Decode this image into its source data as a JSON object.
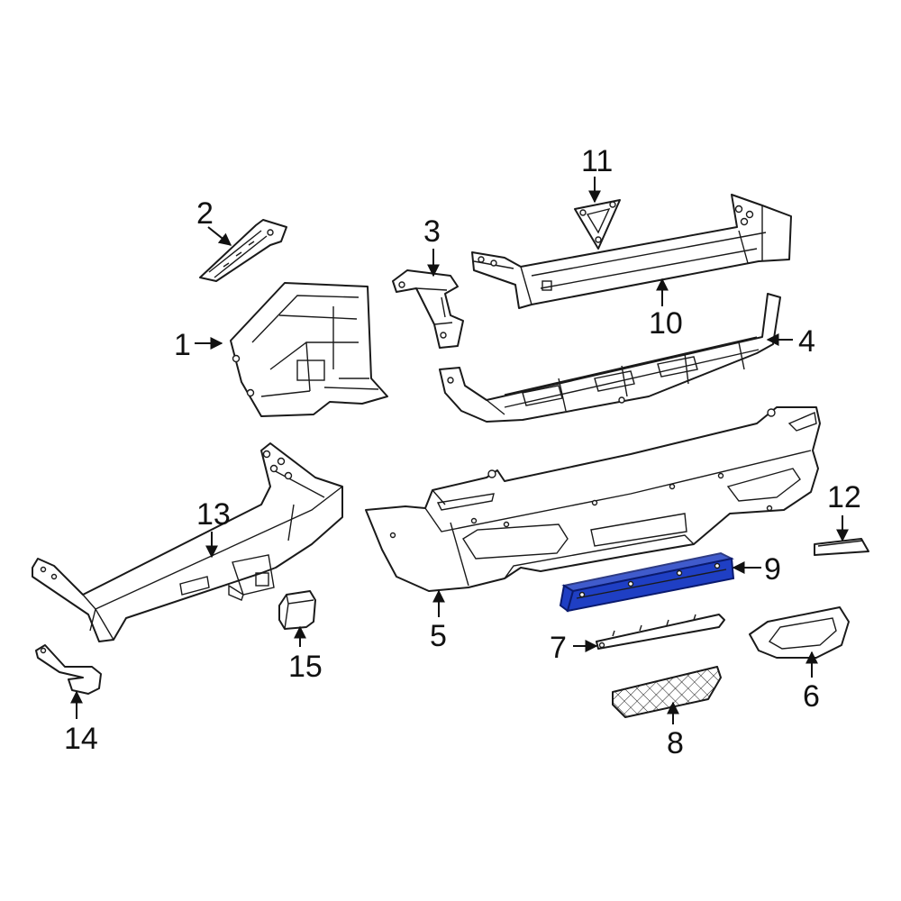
{
  "diagram": {
    "callouts": {
      "c1": "1",
      "c2": "2",
      "c3": "3",
      "c4": "4",
      "c5": "5",
      "c6": "6",
      "c7": "7",
      "c8": "8",
      "c9": "9",
      "c10": "10",
      "c11": "11",
      "c12": "12",
      "c13": "13",
      "c14": "14",
      "c15": "15"
    },
    "highlight_color": "#1f3fc4",
    "line_color": "#1a1a1a",
    "highlighted_part": "9"
  }
}
